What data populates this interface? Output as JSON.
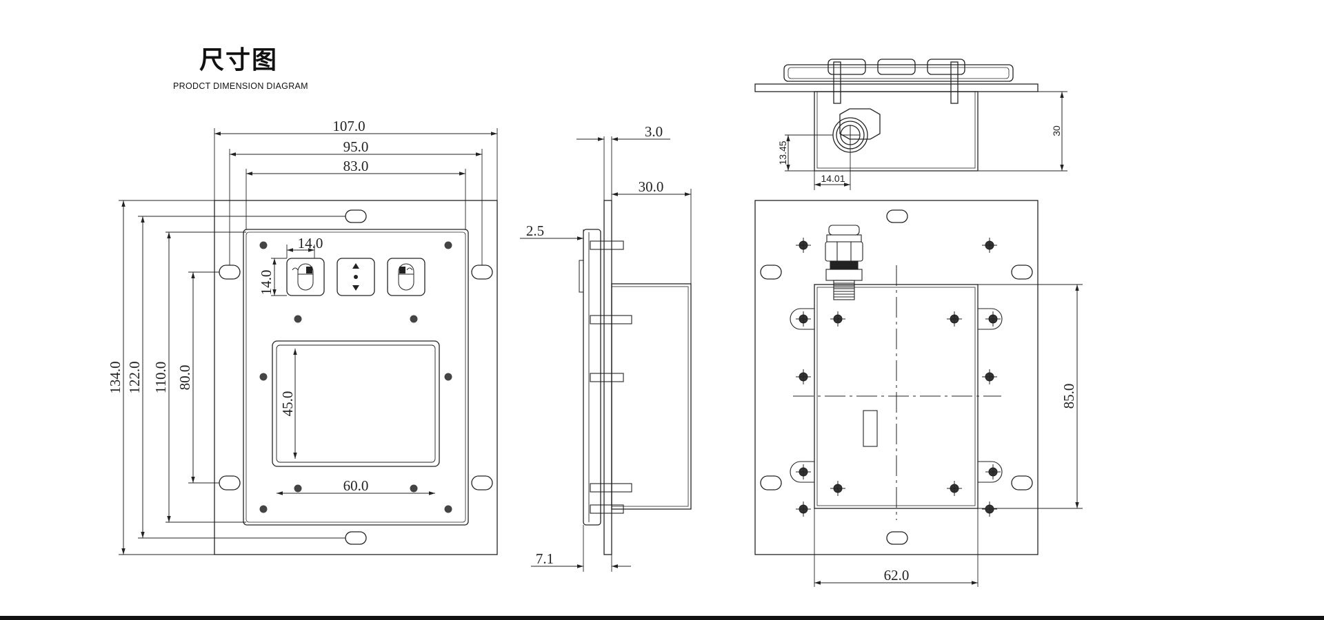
{
  "header": {
    "title_cn": "尺寸图",
    "title_en": "PRODCT DIMENSION DIAGRAM"
  },
  "front_view": {
    "overall_width": "107.0",
    "hole_spacing_width": "95.0",
    "panel_width": "83.0",
    "button_width": "14.0",
    "button_height": "14.0",
    "overall_height": "134.0",
    "hole_spacing_height": "122.0",
    "panel_height": "110.0",
    "side_hole_spacing": "80.0",
    "touchpad_height": "45.0",
    "touchpad_width": "60.0"
  },
  "side_view": {
    "plate_thickness": "3.0",
    "body_depth": "30.0",
    "bezel": "2.5",
    "front_protrusion": "7.1"
  },
  "top_view": {
    "gland_height": "13.45",
    "gland_offset": "14.01",
    "height": "30"
  },
  "rear_view": {
    "housing_height": "85.0",
    "housing_width": "62.0"
  },
  "colors": {
    "line": "#222222",
    "bar": "#111111"
  }
}
